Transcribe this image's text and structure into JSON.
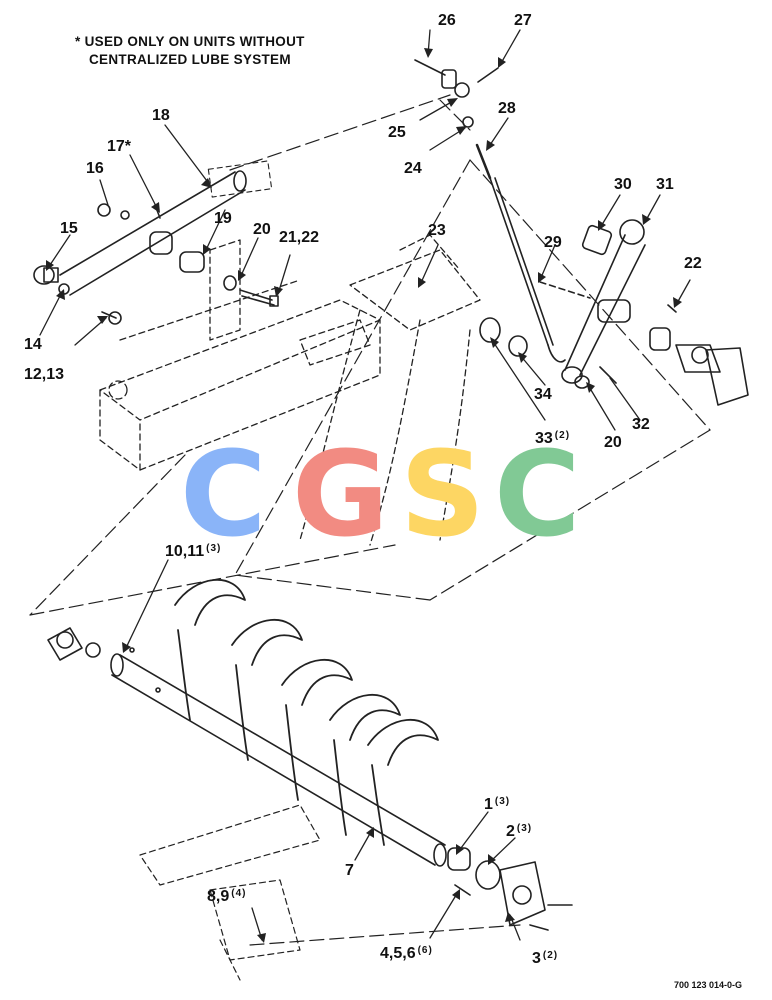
{
  "note": {
    "line1": "* USED ONLY ON UNITS WITHOUT",
    "line2": "CENTRALIZED LUBE SYSTEM"
  },
  "callouts": {
    "c26": "26",
    "c27": "27",
    "c28": "28",
    "c25": "25",
    "c24": "24",
    "c18": "18",
    "c17": "17*",
    "c16": "16",
    "c15": "15",
    "c19": "19",
    "c20a": "20",
    "c2122": "21,22",
    "c23": "23",
    "c14": "14",
    "c1213": "12,13",
    "c30": "30",
    "c31": "31",
    "c29": "29",
    "c22": "22",
    "c34": "34",
    "c33": "33",
    "c33q": "(2)",
    "c20b": "20",
    "c32": "32",
    "c1011": "10,11",
    "c1011q": "(3)",
    "c1": "1",
    "c1q": "(3)",
    "c2": "2",
    "c2q": "(3)",
    "c7": "7",
    "c89": "8,9",
    "c89q": "(4)",
    "c456": "4,5,6",
    "c456q": "(6)",
    "c3": "3",
    "c3q": "(2)"
  },
  "drawing_number": "700 123 014-0-G",
  "watermark": {
    "letters": [
      "C",
      "G",
      "S",
      "C"
    ],
    "colors": [
      "#8ab4f8",
      "#f28b82",
      "#fdd663",
      "#81c995"
    ]
  }
}
